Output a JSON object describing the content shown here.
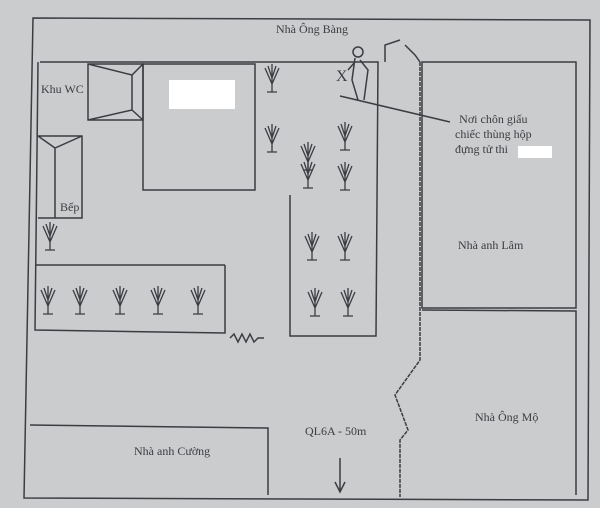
{
  "labels": {
    "north_house": "Nhà Ông Bàng",
    "wc": "Khu WC",
    "kitchen": "Bếp",
    "burial_note": [
      "Nơi chôn giấu",
      "chiếc thùng hộp",
      "đựng tử thi"
    ],
    "house_lam": "Nhà anh Lâm",
    "house_mo": "Nhà Ông Mộ",
    "house_cuong": "Nhà anh Cường",
    "road": "QL6A - 50m",
    "burial_mark": "X"
  },
  "colors": {
    "paper": "#cbcccd",
    "ink": "#3a3d42",
    "redaction": "#ffffff"
  }
}
